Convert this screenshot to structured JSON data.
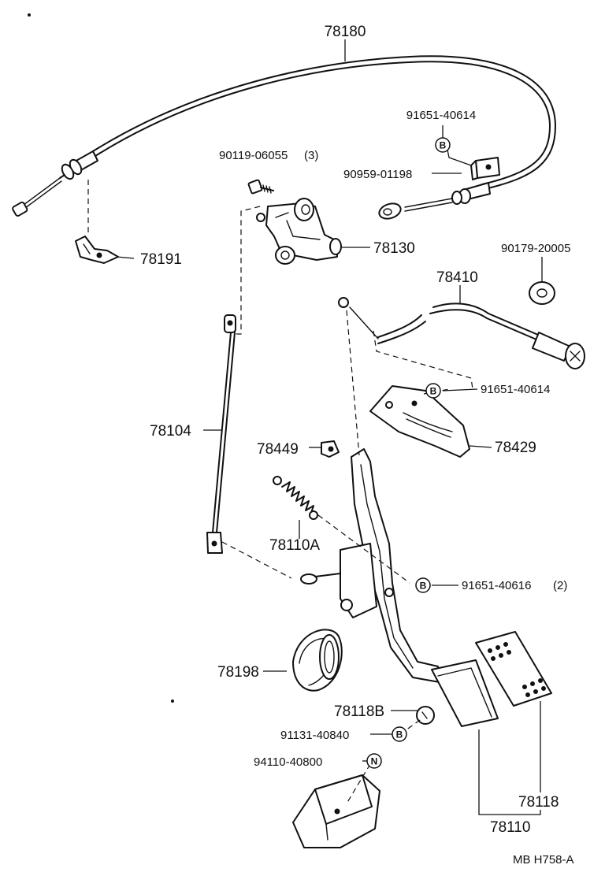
{
  "labels": {
    "p78180": "78180",
    "p91651_40614_top": "91651-40614",
    "p90119_06055": "90119-06055",
    "p90119_qty": "(3)",
    "p90959_01198": "90959-01198",
    "p78130": "78130",
    "p78191": "78191",
    "p90179_20005": "90179-20005",
    "p78410": "78410",
    "p91651_40614_mid": "91651-40614",
    "p78429": "78429",
    "p78104": "78104",
    "p78449": "78449",
    "p78110A": "78110A",
    "p91651_40616": "91651-40616",
    "p91651_40616_qty": "(2)",
    "p78198": "78198",
    "p78118B": "78118B",
    "p91131_40840": "91131-40840",
    "p94110_40800": "94110-40800",
    "p78118": "78118",
    "p78110": "78110"
  },
  "symbols": {
    "bolt_b": "B",
    "nut_n": "N"
  },
  "footer": {
    "code": "MB  H758-A"
  }
}
